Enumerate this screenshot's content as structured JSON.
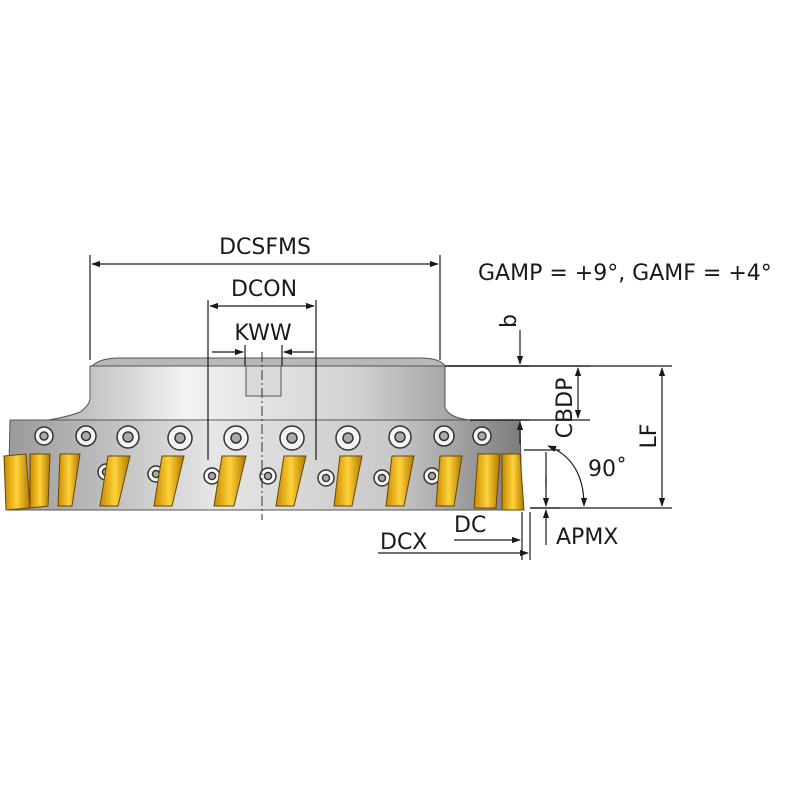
{
  "labels": {
    "dcsfms": "DCSFMS",
    "dcon": "DCON",
    "kww": "KWW",
    "b": "b",
    "cbdp": "CBDP",
    "lf": "LF",
    "angle": "90˚",
    "dc": "DC",
    "dcx": "DCX",
    "apmx": "APMX",
    "rake_angles": "GAMP = +9°, GAMF = +4°"
  },
  "colors": {
    "body_light": "#e4e4e4",
    "body_dark": "#8e8e8e",
    "insert_yellow": "#f0b400",
    "insert_dark": "#b07800",
    "line": "#1a1a1a"
  },
  "icons": [
    "screw-icon"
  ]
}
